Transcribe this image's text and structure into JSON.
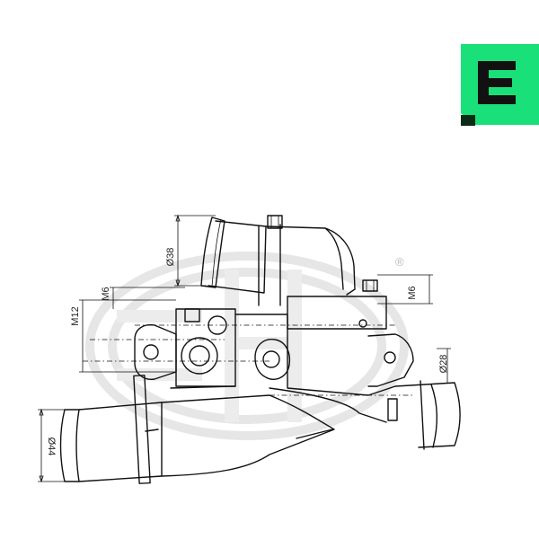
{
  "brand": {
    "logo_letter": "E",
    "accent_color": "#1ae07a",
    "watermark_text": "ERA",
    "registered_mark": "®"
  },
  "dimensions": {
    "d38": "Ø38",
    "m6_left": "M6",
    "m6_right": "M6",
    "m12": "M12",
    "d28": "Ø28",
    "d44": "Ø44"
  },
  "icons": {
    "logo": "era-logo-icon",
    "watermark": "era-watermark-icon"
  }
}
